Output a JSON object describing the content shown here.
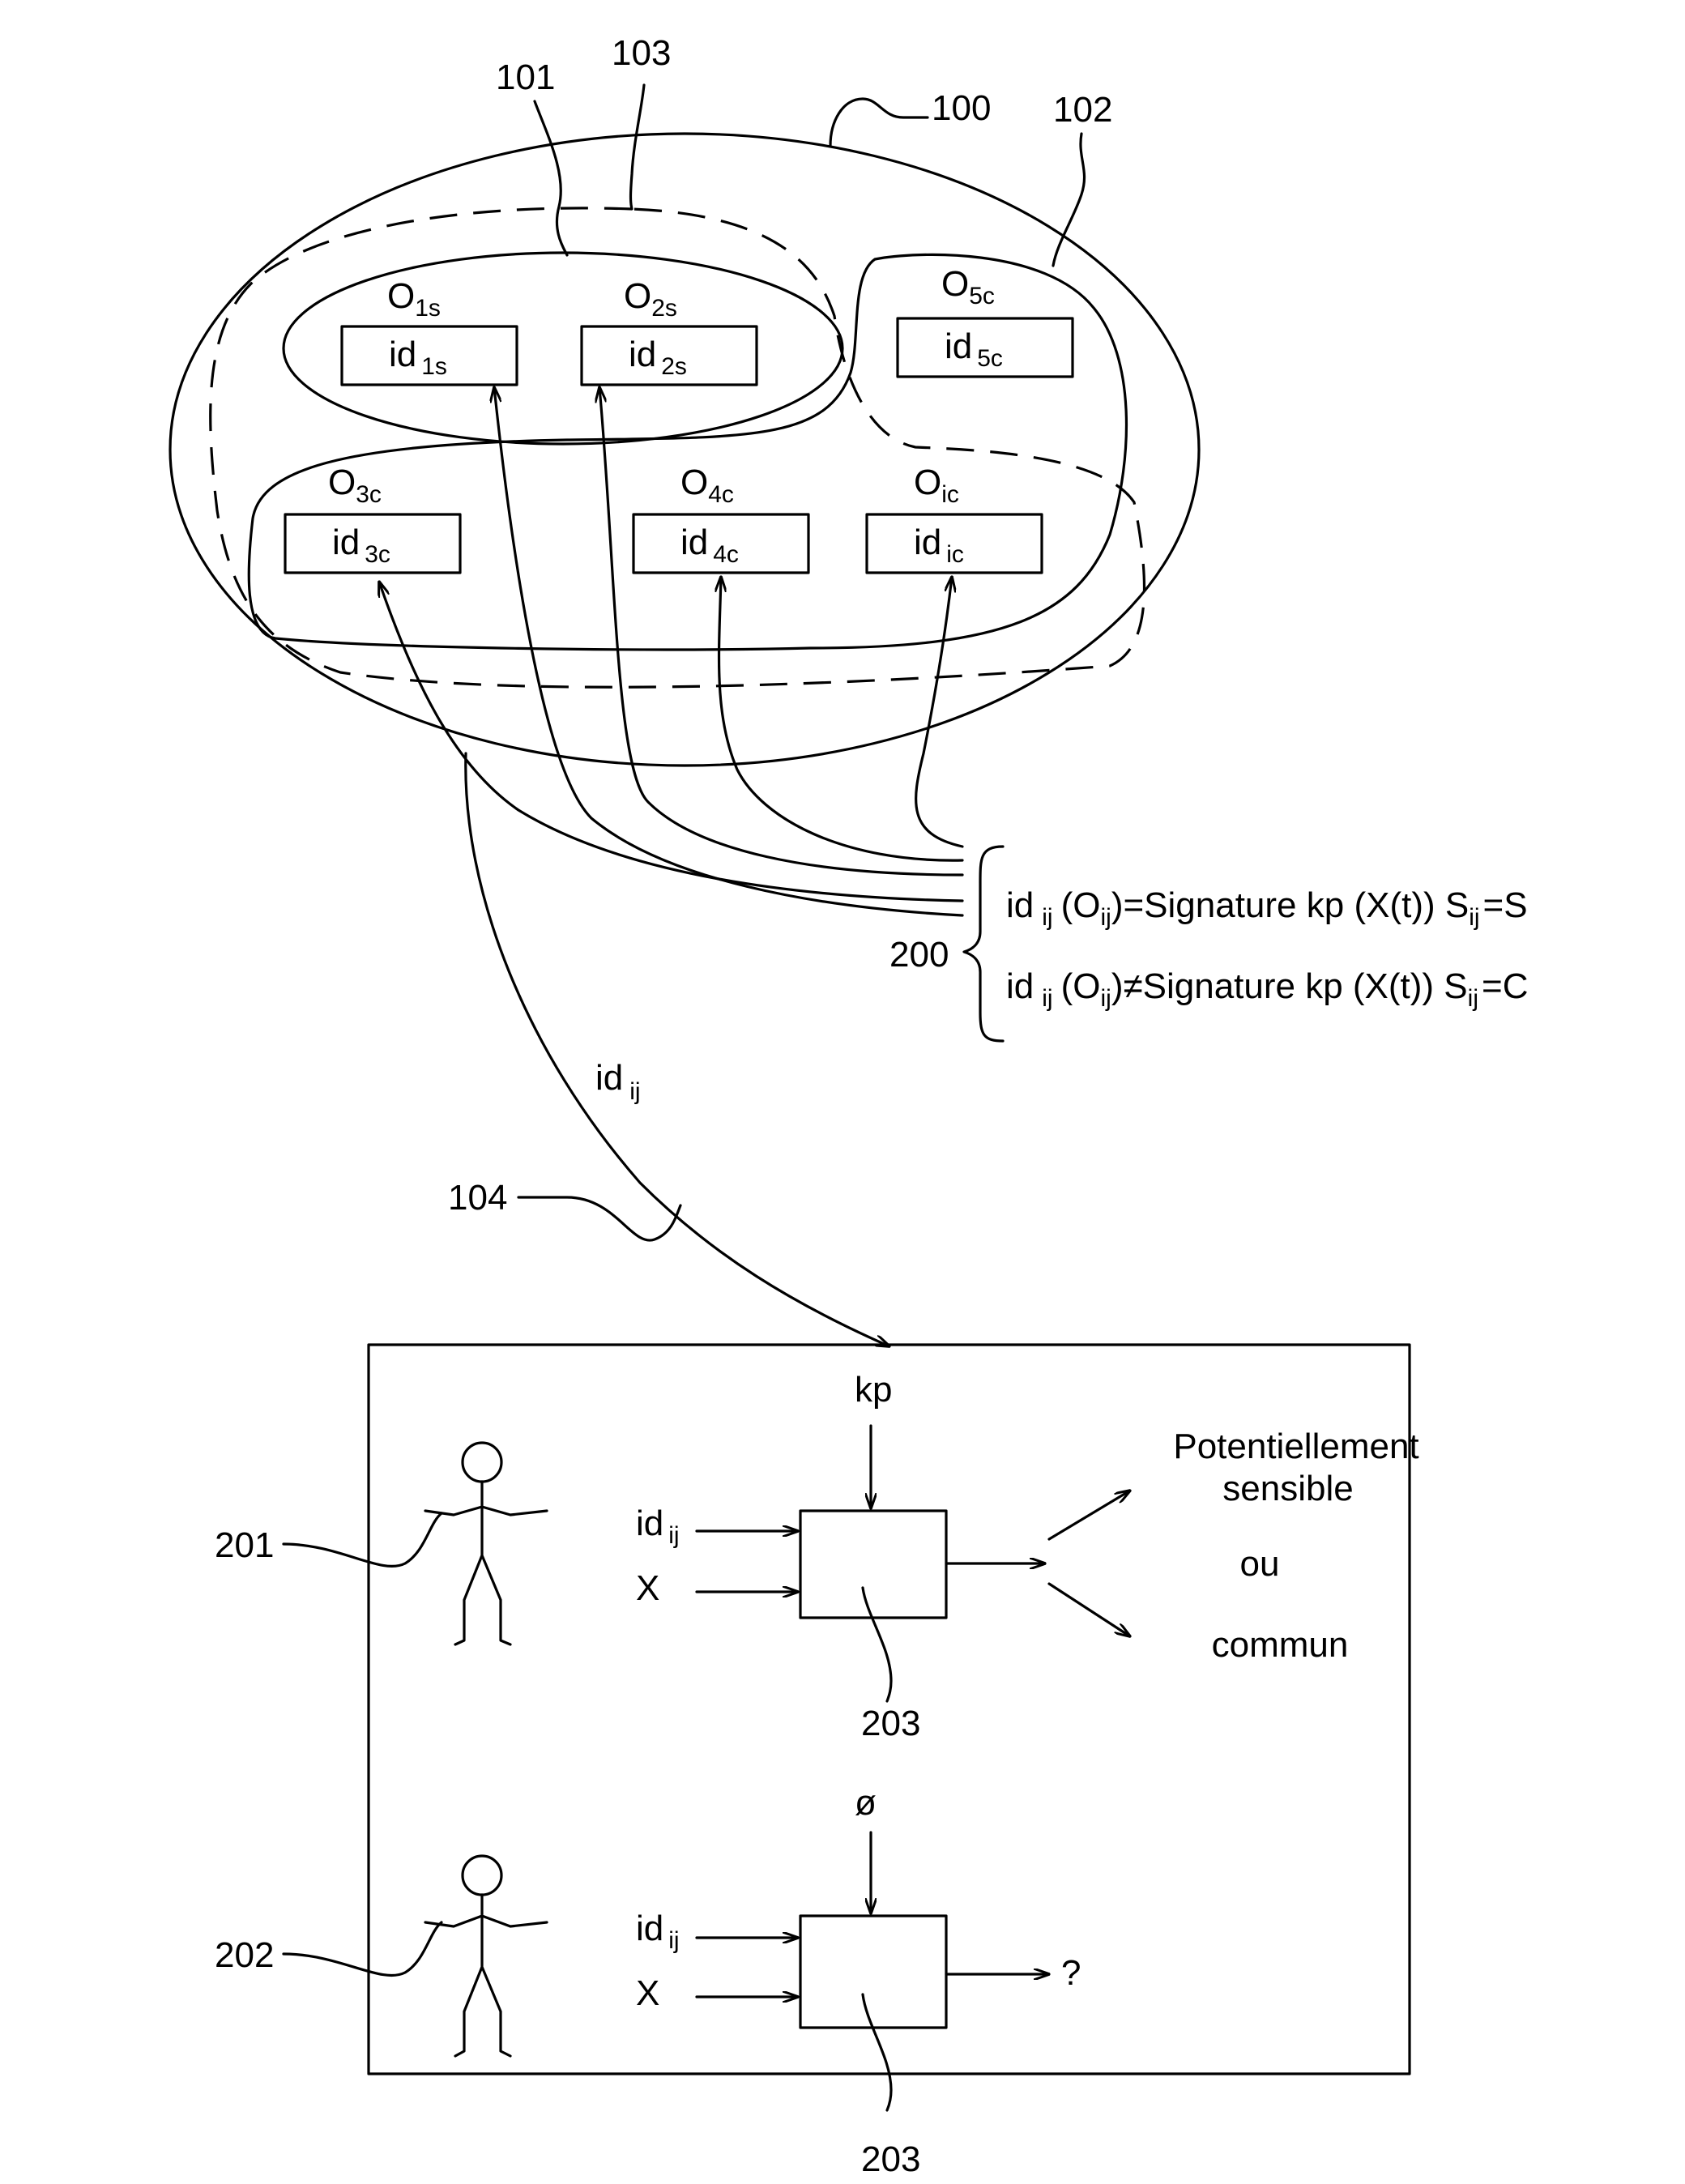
{
  "refs": {
    "r100": "100",
    "r101": "101",
    "r102": "102",
    "r103": "103",
    "r104": "104",
    "r200": "200",
    "r201": "201",
    "r202": "202",
    "r203a": "203",
    "r203b": "203"
  },
  "objects": [
    {
      "main": "O",
      "sub": "1s",
      "id_main": "id",
      "id_sub": "1s"
    },
    {
      "main": "O",
      "sub": "2s",
      "id_main": "id",
      "id_sub": "2s"
    },
    {
      "main": "O",
      "sub": "5c",
      "id_main": "id",
      "id_sub": "5c"
    },
    {
      "main": "O",
      "sub": "3c",
      "id_main": "id",
      "id_sub": "3c"
    },
    {
      "main": "O",
      "sub": "4c",
      "id_main": "id",
      "id_sub": "4c"
    },
    {
      "main": "O",
      "sub": "ic",
      "id_main": "id",
      "id_sub": "ic"
    }
  ],
  "equations": {
    "line1": {
      "id": "id",
      "ij": "ij",
      "open": "(O",
      "ij2": "ij",
      "mid": ")=Signature kp (X(t)) S",
      "ij3": "ij",
      "end": "=S"
    },
    "line2": {
      "id": "id",
      "ij": "ij",
      "open": "(O",
      "ij2": "ij",
      "mid": ")≠Signature kp (X(t)) S",
      "ij3": "ij",
      "end": "=C"
    }
  },
  "arrow_label": {
    "main": "id",
    "sub": "ij"
  },
  "box": {
    "kp": "kp",
    "phi": "ø",
    "input_id_main": "id",
    "input_id_sub": "ij",
    "input_x": "X",
    "out_line1": "Potentiellement",
    "out_line2": "sensible",
    "out_or": "ou",
    "out_common": "commun",
    "out_unknown": "?"
  }
}
